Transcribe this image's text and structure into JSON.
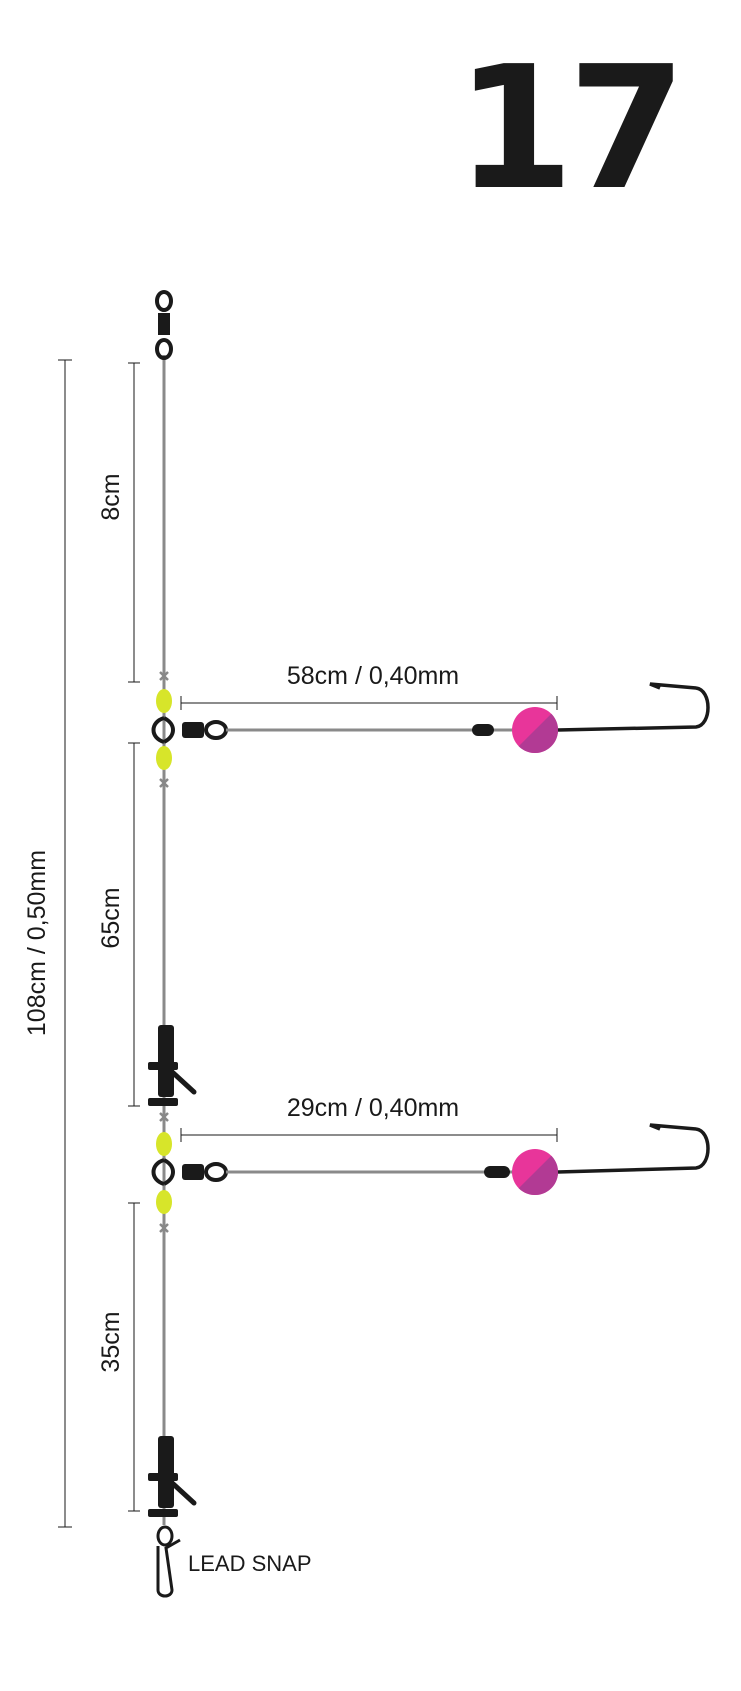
{
  "rig_number": "17",
  "total_length": "108cm / 0,50mm",
  "segments": {
    "top": "8cm",
    "middle": "65cm",
    "bottom": "35cm"
  },
  "droppers": {
    "upper": "58cm / 0,40mm",
    "lower": "29cm / 0,40mm"
  },
  "lead_snap_label": "LEAD SNAP",
  "colors": {
    "line": "#8a8a8a",
    "bead": "#d7e52a",
    "float_pink": "#e8359a",
    "float_purple": "#b23a94",
    "hardware": "#1a1a1a",
    "crimp": "#888888"
  }
}
